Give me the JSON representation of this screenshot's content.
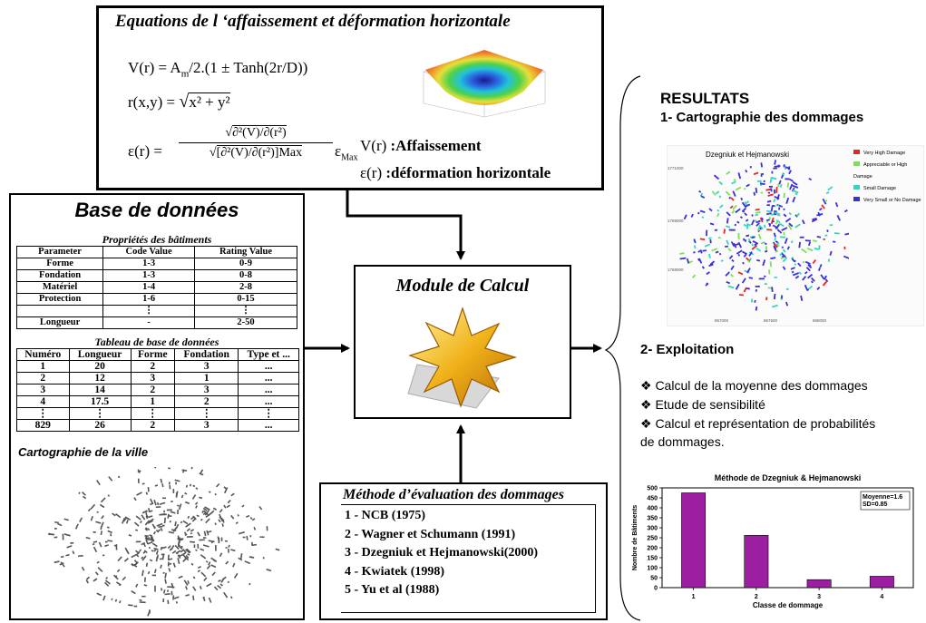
{
  "equations": {
    "title": "Equations de l ‘affaissement et déformation horizontale",
    "eq1": "V(r) = A",
    "eq1_sub": "m",
    "eq1_rest": "/2.(1 ± Tanh(2r/D))",
    "eq2_lhs": "r(x,y) = ",
    "eq2_rad": "x² + y²",
    "eq3_lhs": "ε(r) = ",
    "eq3_num": "∂²(V)/∂(r²)",
    "eq3_den": "[∂²(V)/∂(r²)]Max",
    "eq3_tail": "ε",
    "eq3_tail_sub": "Max",
    "def_v_sym": "V(r)",
    "def_v_text": ":Affaissement",
    "def_e_sym": "ε(r)",
    "def_e_text": ":déformation horizontale"
  },
  "database": {
    "title": "Base de données",
    "props_title": "Propriétés des bâtiments",
    "props_headers": [
      "Parameter",
      "Code Value",
      "Rating Value"
    ],
    "props_rows": [
      [
        "Forme",
        "1-3",
        "0-9"
      ],
      [
        "Fondation",
        "1-3",
        "0-8"
      ],
      [
        "Matériel",
        "1-4",
        "2-8"
      ],
      [
        "Protection",
        "1-6",
        "0-15"
      ],
      [
        "",
        "⋮",
        "⋮"
      ],
      [
        "Longueur",
        "-",
        "2-50"
      ]
    ],
    "table_title": "Tableau de base de données",
    "table_headers": [
      "Numéro",
      "Longueur",
      "Forme",
      "Fondation",
      "Type et ..."
    ],
    "table_rows": [
      [
        "1",
        "20",
        "2",
        "3",
        "..."
      ],
      [
        "2",
        "12",
        "3",
        "1",
        "..."
      ],
      [
        "3",
        "14",
        "2",
        "3",
        "..."
      ],
      [
        "4",
        "17.5",
        "1",
        "2",
        "..."
      ],
      [
        "⋮",
        "⋮",
        "⋮",
        "⋮",
        "⋮"
      ],
      [
        "829",
        "26",
        "2",
        "3",
        "..."
      ]
    ],
    "map_title": "Cartographie de la ville"
  },
  "module": {
    "title": "Module de Calcul"
  },
  "methods": {
    "title": "Méthode d’évaluation des dommages",
    "items": [
      "1 - NCB (1975)",
      "2 - Wagner et Schumann (1991)",
      "3 - Dzegniuk et Hejmanowski(2000)",
      "4 - Kwiatek (1998)",
      "5 - Yu et al (1988)"
    ]
  },
  "results": {
    "title": "RESULTATS",
    "sub1": "1- Cartographie des dommages",
    "map_title": "Dzegniuk et Hejmanowski",
    "legend": [
      {
        "label": "Very High Damage",
        "color": "#e8261e"
      },
      {
        "label": "Appreciable or High Damage",
        "color": "#7de05a"
      },
      {
        "label": "Small Damage",
        "color": "#35d6c0"
      },
      {
        "label": "Very Small or No Damage",
        "color": "#3b2fd9"
      }
    ],
    "map_y_ticks": [
      "1771000",
      "1769000",
      "1768000"
    ],
    "map_x_ticks": [
      "867000",
      "867500",
      "868000"
    ],
    "sub2": "2- Exploitation",
    "bullets": [
      "❖  Calcul de la moyenne des dommages",
      "❖  Etude de sensibilité",
      "❖ Calcul et représentation de probabilités"
    ],
    "bullet_cont": "de dommages."
  },
  "chart_data": {
    "type": "bar",
    "title": "Méthode de Dzegniuk & Hejmanowski",
    "xlabel": "Classe de dommage",
    "ylabel": "Nombre de Bâtiments",
    "categories": [
      "1",
      "2",
      "3",
      "4"
    ],
    "values": [
      475,
      262,
      40,
      57
    ],
    "ylim": [
      0,
      500
    ],
    "yticks": [
      "0",
      "50",
      "100",
      "150",
      "200",
      "250",
      "300",
      "350",
      "400",
      "450",
      "500"
    ],
    "annotation": [
      "Moyenne=1.6",
      "SD=0.85"
    ],
    "bar_color": "#9b1fa0"
  }
}
